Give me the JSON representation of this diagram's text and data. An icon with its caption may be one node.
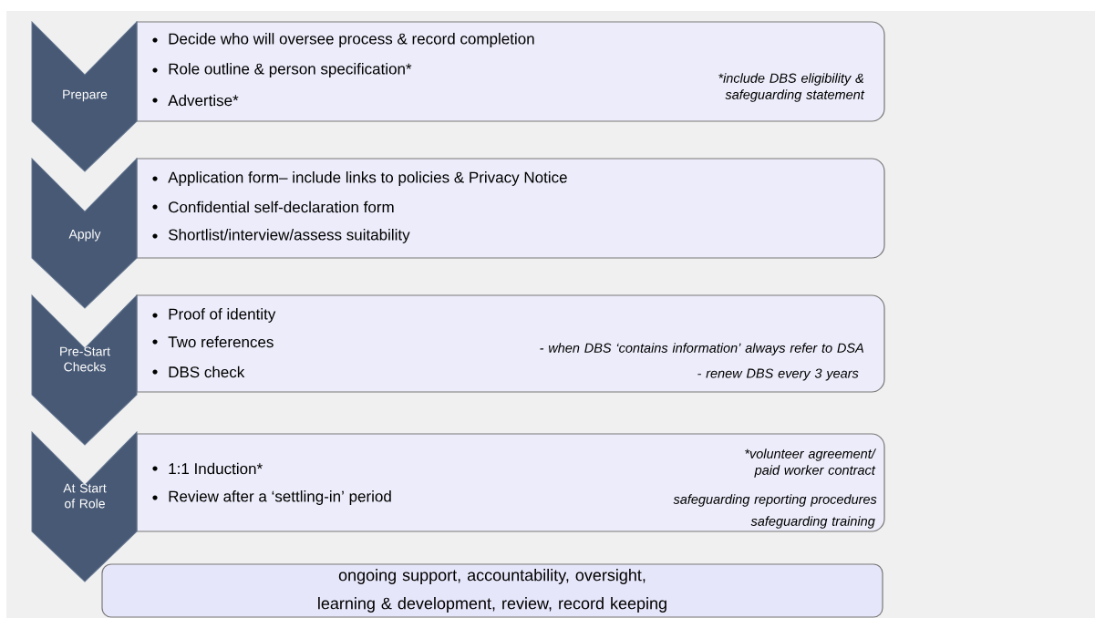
{
  "diagram": {
    "nodes": [
      {
        "text": [
          "Prepare"
        ]
      },
      {
        "text": [
          "Decide who will oversee process & record completion",
          "Role outline & person specification*",
          "Advertise*",
          "*include DBS eligibility & safeguarding statement"
        ]
      },
      {
        "text": [
          "Apply"
        ]
      },
      {
        "text": [
          "Application form– include links to policies & Privacy Notice",
          "Confidential self-declaration form",
          "Shortlist/interview/assess suitability"
        ]
      },
      {
        "text": [
          "Pre-Start Checks"
        ]
      },
      {
        "text": [
          "Proof of identity",
          "Two references",
          "DBS check",
          "- when DBS ‘contains information’ always refer to DSA",
          "- renew DBS every 3 years"
        ]
      },
      {
        "text": [
          "At Start of Role"
        ]
      },
      {
        "text": [
          "1:1 Induction*",
          "Review after a ‘settling-in’ period",
          "*volunteer agreement/ paid worker contract",
          "safeguarding reporting procedures",
          "safeguarding training"
        ]
      },
      {
        "text": [
          "ongoing support, accountability, oversight, learning & development, review, record keeping"
        ]
      }
    ]
  }
}
